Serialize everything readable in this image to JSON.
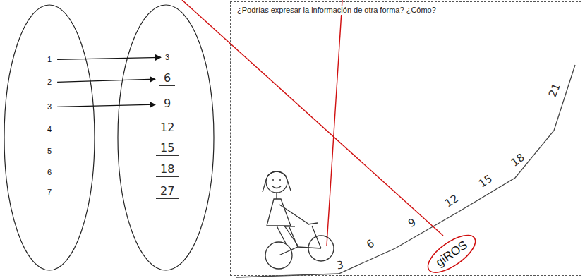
{
  "diagram": {
    "nodes": [
      {
        "text": [
          "1"
        ]
      },
      {
        "text": [
          "2"
        ]
      },
      {
        "text": [
          "3"
        ]
      },
      {
        "text": [
          "4"
        ]
      },
      {
        "text": [
          "5"
        ]
      },
      {
        "text": [
          "6"
        ]
      },
      {
        "text": [
          "7"
        ]
      },
      {
        "text": [
          "3"
        ]
      },
      {
        "text": [
          "6"
        ]
      },
      {
        "text": [
          "9"
        ]
      },
      {
        "text": [
          "12"
        ]
      },
      {
        "text": [
          "15"
        ]
      },
      {
        "text": [
          "18"
        ]
      },
      {
        "text": [
          "27"
        ]
      },
      {
        "text": [
          "¿Podrías expresar la información de otra forma? ¿Cómo?"
        ]
      },
      {
        "text": [
          "giROS"
        ],
        "in": 14
      }
    ],
    "edges": [
      {
        "from": 0,
        "to": 7,
        "arrow": "to"
      },
      {
        "from": 1,
        "to": 8,
        "arrow": "to"
      },
      {
        "from": 2,
        "to": 9,
        "arrow": "to"
      }
    ],
    "labels": [
      "3",
      "6",
      "9",
      "12",
      "15",
      "18",
      "21"
    ]
  }
}
